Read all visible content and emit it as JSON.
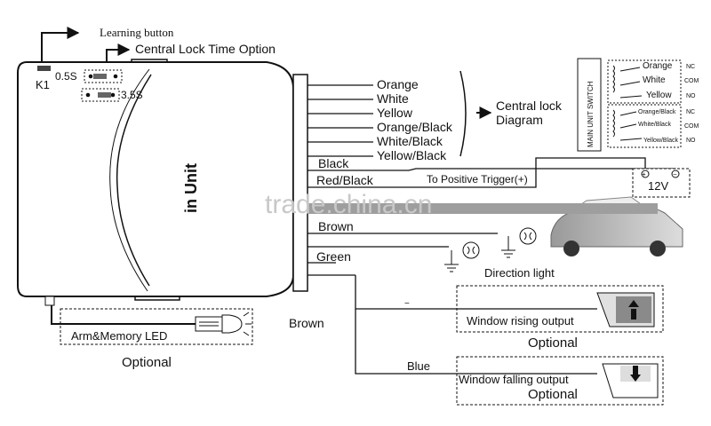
{
  "learning_button": "Learning button",
  "central_lock_time_option": "Central Lock Time Option",
  "jumper_05": "0.5S",
  "jumper_35": "3.5S",
  "k1": "K1",
  "unit_label": "in Unit",
  "wires_lock": [
    "Orange",
    "White",
    "Yellow",
    "Orange/Black",
    "White/Black",
    "Yellow/Black"
  ],
  "central_lock_diagram": [
    "Central lock",
    "Diagram"
  ],
  "wire_black": "Black",
  "wire_red_black": "Red/Black",
  "to_positive_trigger": "To Positive Trigger(+)",
  "wire_brown": "Brown",
  "wire_green": "Green",
  "direction_light": "Direction light",
  "battery": "12V",
  "main_unit_switch": "MAIN UNIT SWITCH",
  "relay_top": [
    "Orange",
    "White",
    "Yellow"
  ],
  "relay_bottom": [
    "Orange/Black",
    "White/Black",
    "Yellow/Black"
  ],
  "relay_pins": [
    "NC",
    "COM",
    "NO"
  ],
  "window_rising": "Window rising output",
  "window_falling": "Window falling output",
  "optional": "Optional",
  "arm_memory_led": "Arm&Memory LED",
  "wire_brown_bottom": "Brown",
  "wire_blue": "Blue",
  "watermark": "trade.china.cn"
}
